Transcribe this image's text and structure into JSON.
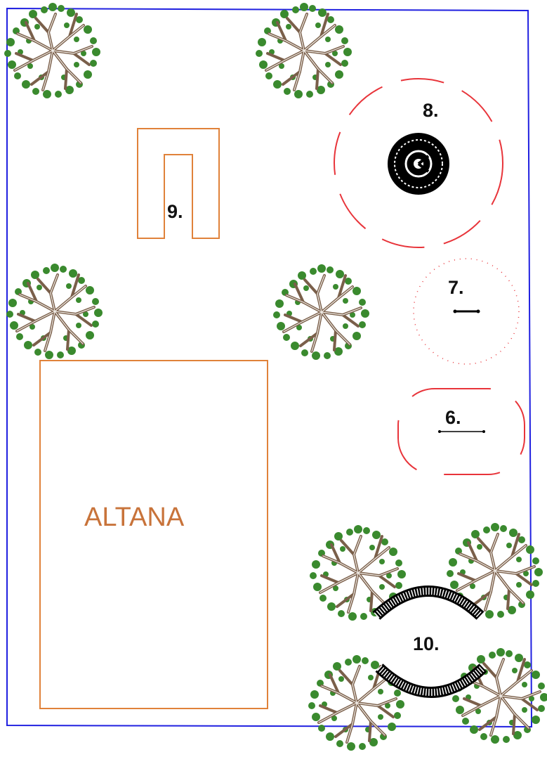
{
  "plan": {
    "colors": {
      "boundary": "#2020e0",
      "structure": "#e0823a",
      "altana_text": "#c8733a",
      "zone_circle": "#e8343a",
      "tree_leaves": "#3a8a2e",
      "tree_trunk": "#7a5f4a",
      "bench": "#1a1a1a"
    },
    "labels": {
      "altana": "ALTANA",
      "item_6": "6.",
      "item_7": "7.",
      "item_8": "8.",
      "item_9": "9.",
      "item_10": "10."
    },
    "icons": {
      "tree": "tree-icon",
      "merry_go_round": "merry-go-round-icon",
      "bench": "curved-bench-icon"
    }
  }
}
